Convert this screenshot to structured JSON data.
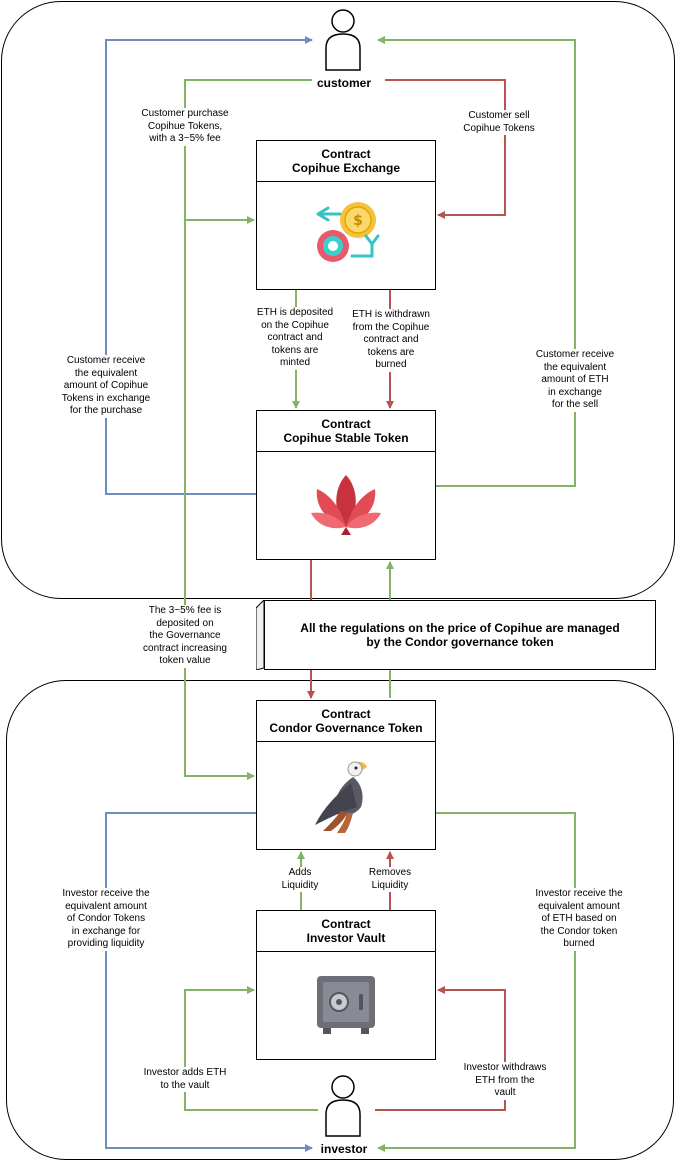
{
  "colors": {
    "blue": "#6c8ebf",
    "green": "#82b366",
    "red": "#b85450"
  },
  "actors": {
    "customer": {
      "name": "customer",
      "icon": "person-icon"
    },
    "investor": {
      "name": "investor",
      "icon": "person-icon"
    }
  },
  "boxes": {
    "exchange": {
      "line1": "Contract",
      "line2": "Copihue Exchange",
      "icon": "coin-exchange-icon"
    },
    "stable": {
      "line1": "Contract",
      "line2": "Copihue Stable Token",
      "icon": "lotus-flower-icon"
    },
    "governance": {
      "line1": "Contract",
      "line2": "Condor Governance Token",
      "icon": "condor-bird-icon"
    },
    "vault": {
      "line1": "Contract",
      "line2": "Investor Vault",
      "icon": "safe-vault-icon"
    }
  },
  "banner": {
    "line1": "All the regulations on the price of Copihue are managed",
    "line2": "by the Condor governance token"
  },
  "labels": {
    "customer_purchase": "Customer purchase\nCopihue Tokens,\nwith a 3~5% fee",
    "customer_sell": "Customer sell\nCopihue Tokens",
    "eth_deposited": "ETH is deposited\non the Copihue\ncontract and\ntokens are\nminted",
    "eth_withdrawn": "ETH is withdrawn\nfrom  the Copihue\ncontract and\ntokens are\nburned",
    "customer_receive_copihue": "Customer receive\nthe equivalent\namount of Copihue\nTokens in exchange\nfor the purchase",
    "customer_receive_eth": "Customer receive\nthe equivalent\namount of ETH\nin exchange\nfor the sell",
    "fee_deposited": "The 3~5% fee is\ndeposited on\nthe Governance\ncontract increasing\ntoken value",
    "adds_liquidity": "Adds\nLiquidity",
    "removes_liquidity": "Removes\nLiquidity",
    "investor_receive_condor": "Investor receive the\nequivalent amount\nof Condor Tokens\nin exchange for\nproviding liquidity",
    "investor_receive_eth": "Investor receive the\nequivalent amount\nof ETH based on\nthe Condor token\nburned",
    "investor_adds_eth": "Investor adds ETH\nto the vault",
    "investor_withdraws": "Investor withdraws\nETH from the\nvault"
  }
}
